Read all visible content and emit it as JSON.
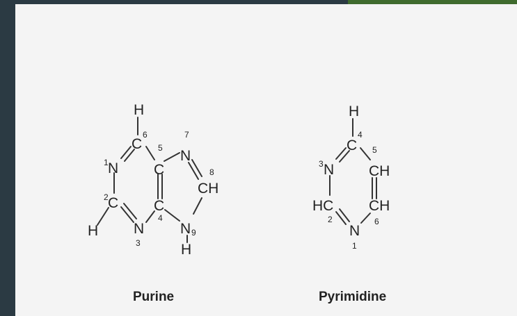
{
  "purine": {
    "caption": "Purine",
    "atoms": {
      "h6": "H",
      "c6": "C",
      "n1": "N",
      "c5": "C",
      "n7": "N",
      "c2": "C",
      "c4": "C",
      "ch8": "CH",
      "h2": "H",
      "n3": "N",
      "n9": "N",
      "h9": "H"
    },
    "indices": {
      "i6": "6",
      "i1": "1",
      "i5": "5",
      "i7": "7",
      "i8": "8",
      "i2": "2",
      "i4": "4",
      "i3": "3",
      "i9": "9"
    }
  },
  "pyrimidine": {
    "caption": "Pyrimidine",
    "atoms": {
      "h4": "H",
      "c4": "C",
      "n3": "N",
      "ch5": "CH",
      "hc2": "HC",
      "ch6": "CH",
      "n1": "N"
    },
    "indices": {
      "i4": "4",
      "i3": "3",
      "i5": "5",
      "i2": "2",
      "i6": "6",
      "i1": "1"
    }
  },
  "colors": {
    "background": "#2b3a43",
    "card": "#f4f4f4",
    "ink": "#222222",
    "accent_bar": "#3f6b2e"
  }
}
